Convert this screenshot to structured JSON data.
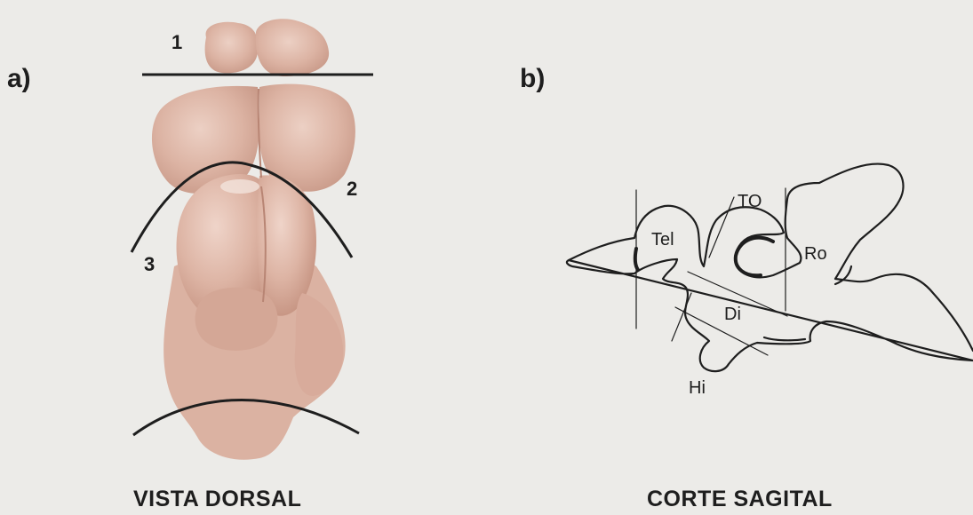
{
  "panel_a": {
    "label": "a)",
    "caption": "VISTA DORSAL",
    "cut_labels": [
      "1",
      "2",
      "3"
    ]
  },
  "panel_b": {
    "label": "b)",
    "caption": "CORTE SAGITAL",
    "regions": {
      "tel": "Tel",
      "to": "TO",
      "ro": "Ro",
      "di": "Di",
      "hi": "Hi"
    }
  },
  "colors": {
    "background": "#ecebe8",
    "brain": "#dcb3a3",
    "brain_shadow": "#c99a89",
    "line": "#1e1e1e"
  }
}
